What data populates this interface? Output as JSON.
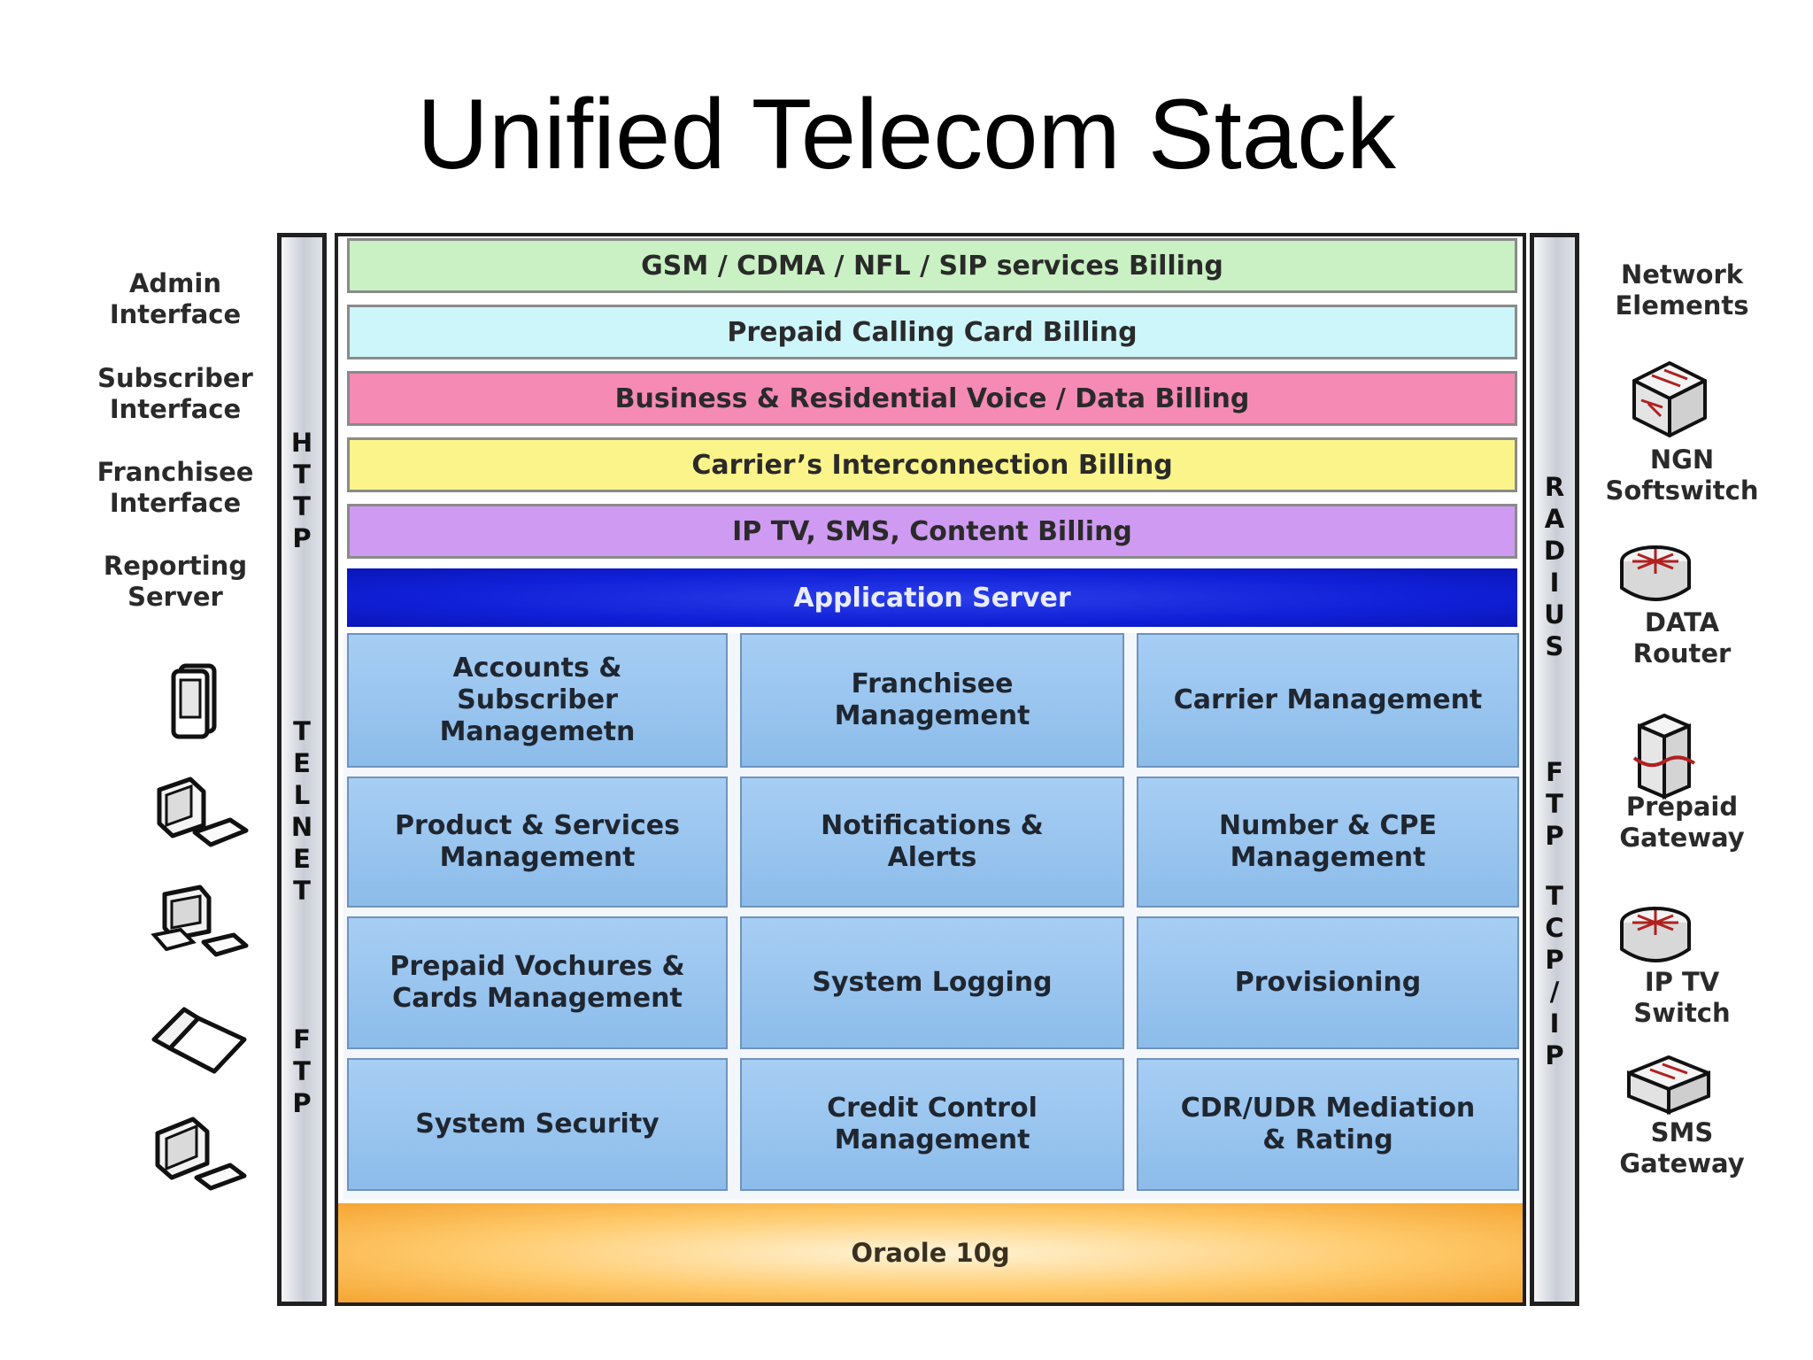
{
  "title": "Unified Telecom Stack",
  "left_labels": [
    "Admin\nInterface",
    "Subscriber\nInterface",
    "Franchisee\nInterface",
    "Reporting\nServer"
  ],
  "left_protocols": {
    "http": [
      "H",
      "T",
      "T",
      "P"
    ],
    "telnet": [
      "T",
      "E",
      "L",
      "N",
      "E",
      "T"
    ],
    "ftp": [
      "F",
      "T",
      "P"
    ]
  },
  "right_protocols": {
    "radius": [
      "R",
      "A",
      "D",
      "I",
      "U",
      "S"
    ],
    "ftp": [
      "F",
      "T",
      "P"
    ],
    "tcpip": [
      "T",
      "C",
      "P",
      "/",
      "I",
      "P"
    ]
  },
  "billing_bands": [
    {
      "label": "GSM / CDMA / NFL / SIP services Billing",
      "color": "#c9f1c3"
    },
    {
      "label": "Prepaid Calling Card Billing",
      "color": "#cdf6fb"
    },
    {
      "label": "Business & Residential Voice / Data Billing",
      "color": "#f58ab5"
    },
    {
      "label": "Carrier’s Interconnection Billing",
      "color": "#fbf48a"
    },
    {
      "label": "IP TV, SMS, Content Billing",
      "color": "#cf9bf2"
    }
  ],
  "application_server": "Application Server",
  "modules": [
    [
      "Accounts &\nSubscriber\nManagemetn",
      "Franchisee\nManagement",
      "Carrier Management"
    ],
    [
      "Product & Services\nManagement",
      "Notifications &\nAlerts",
      "Number & CPE\nManagement"
    ],
    [
      "Prepaid Vochures &\nCards Management",
      "System Logging",
      "Provisioning"
    ],
    [
      "System Security",
      "Credit Control\nManagement",
      "CDR/UDR Mediation\n& Rating"
    ]
  ],
  "database": "Oraole 10g",
  "right_header": "Network\nElements",
  "network_elements": [
    "NGN\nSoftswitch",
    "DATA\nRouter",
    "Prepaid\nGateway",
    "IP TV\nSwitch",
    "SMS\nGateway"
  ],
  "icons": {
    "left": [
      "pda-icon",
      "desktop-icon",
      "workstation-icon",
      "laptop-icon",
      "monitor-icon"
    ],
    "right": [
      "softswitch-icon",
      "router-icon",
      "gateway-icon",
      "router-icon",
      "switch-icon"
    ]
  }
}
